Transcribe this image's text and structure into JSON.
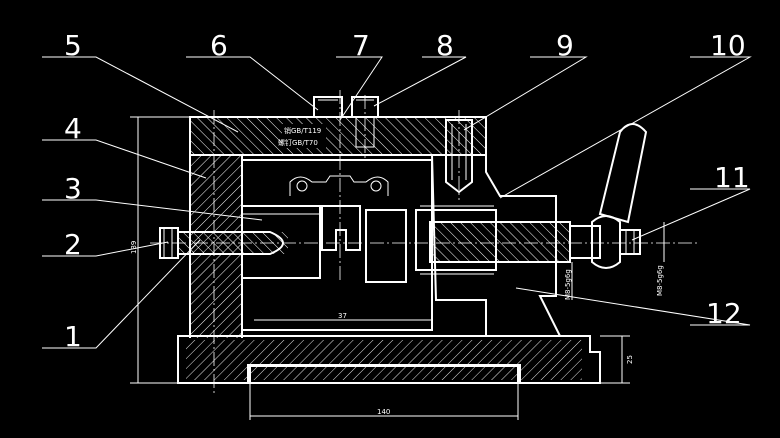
{
  "balloons": [
    "1",
    "2",
    "3",
    "4",
    "5",
    "6",
    "7",
    "8",
    "9",
    "10",
    "11",
    "12"
  ],
  "dimensions": {
    "base_width": "140",
    "inner_width": "37",
    "total_height": "139",
    "foot_height": "25",
    "thread_center": "M8-5g6g",
    "thread_right": "M8-5g6g"
  },
  "part_text": {
    "line_a": "销GB/T119",
    "line_b": "螺钉GB/T70"
  },
  "colors": {
    "background": "#000000",
    "lines": "#ffffff"
  }
}
